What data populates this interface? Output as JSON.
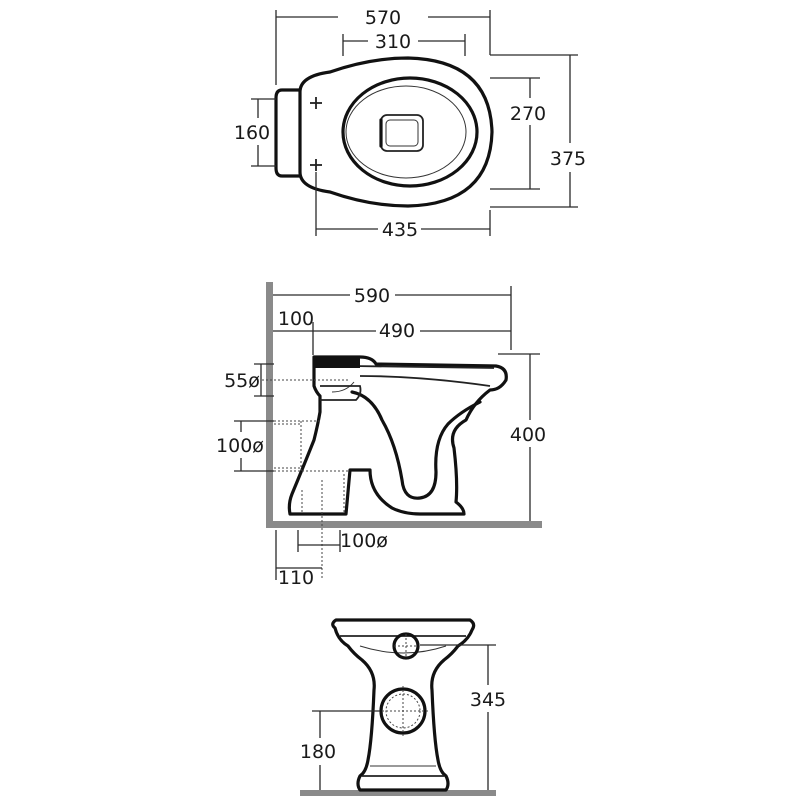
{
  "top_view": {
    "overall_length": "570",
    "seat_width": "310",
    "fixing_distance": "160",
    "bowl_width": "270",
    "overall_width": "375",
    "fixing_to_front": "435"
  },
  "side_view": {
    "length_with_wall": "590",
    "wall_gap": "100",
    "bowl_length": "490",
    "inlet_diameter": "55ø",
    "outlet_horizontal": "100ø",
    "height": "400",
    "outlet_vertical": "100ø",
    "floor_outlet_distance": "110"
  },
  "front_view": {
    "outlet_height": "345",
    "floor_outlet_height": "180"
  }
}
